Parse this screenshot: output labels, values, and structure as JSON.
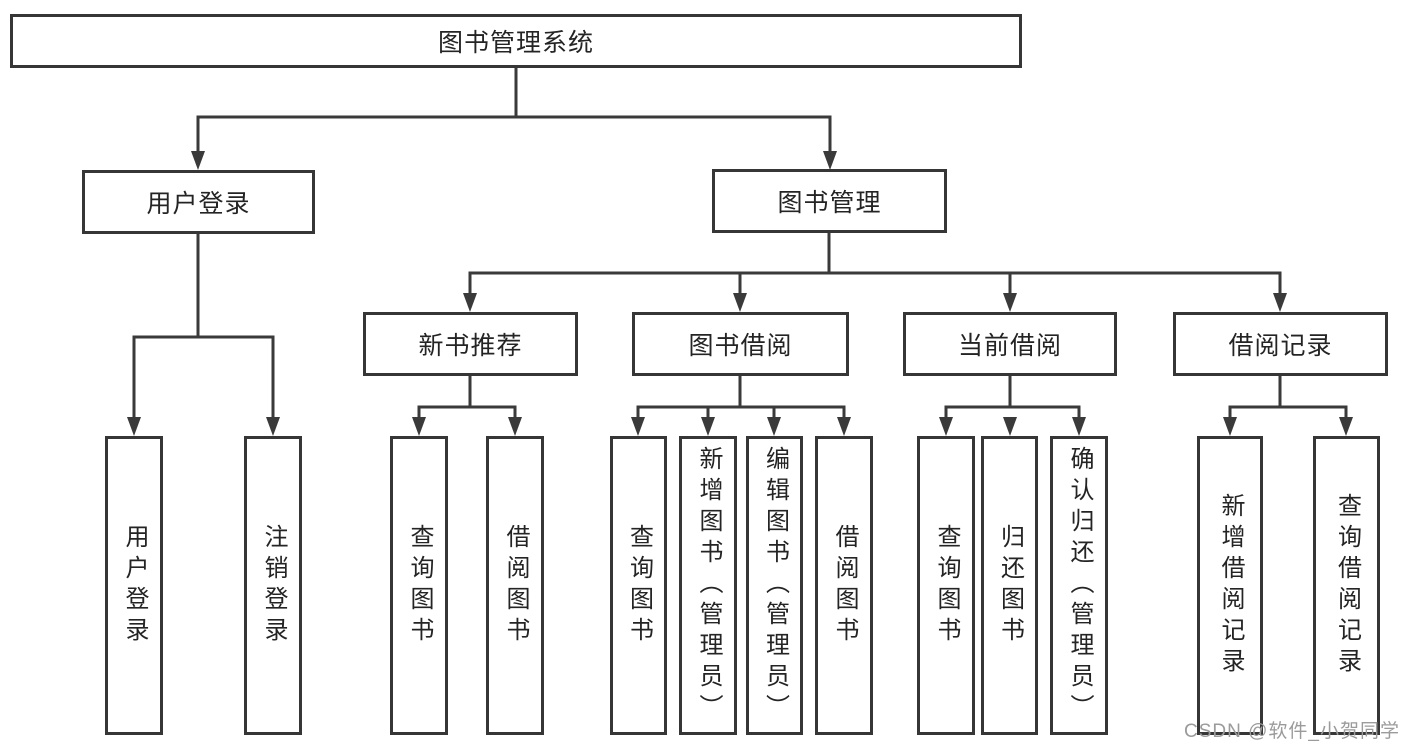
{
  "diagram": {
    "type": "hierarchy-tree",
    "nodes": {
      "root": "图书管理系统",
      "user_login": "用户登录",
      "book_mgmt": "图书管理",
      "new_book": "新书推荐",
      "book_borrow": "图书借阅",
      "current_borrow": "当前借阅",
      "borrow_record": "借阅记录",
      "leaf_user_login": "用户登录",
      "leaf_logout": "注销登录",
      "leaf_nb_query": "查询图书",
      "leaf_nb_borrow": "借阅图书",
      "leaf_bb_query": "查询图书",
      "leaf_bb_add": "新增图书（管理员）",
      "leaf_bb_edit": "编辑图书（管理员）",
      "leaf_bb_borrow": "借阅图书",
      "leaf_cb_query": "查询图书",
      "leaf_cb_return": "归还图书",
      "leaf_cb_confirm": "确认归还（管理员）",
      "leaf_br_add": "新增借阅记录",
      "leaf_br_query": "查询借阅记录"
    },
    "hierarchy": {
      "图书管理系统": [
        "用户登录",
        "图书管理"
      ],
      "用户登录": [
        "用户登录",
        "注销登录"
      ],
      "图书管理": [
        "新书推荐",
        "图书借阅",
        "当前借阅",
        "借阅记录"
      ],
      "新书推荐": [
        "查询图书",
        "借阅图书"
      ],
      "图书借阅": [
        "查询图书",
        "新增图书（管理员）",
        "编辑图书（管理员）",
        "借阅图书"
      ],
      "当前借阅": [
        "查询图书",
        "归还图书",
        "确认归还（管理员）"
      ],
      "借阅记录": [
        "新增借阅记录",
        "查询借阅记录"
      ]
    }
  },
  "watermark": {
    "text": "CSDN @软件_小贺同学"
  },
  "colors": {
    "line": "#3a3a3a",
    "box_border": "#363636",
    "box_fill": "#ffffff",
    "text": "#242424",
    "watermark": "#9b9b9b",
    "background": "#ffffff"
  }
}
